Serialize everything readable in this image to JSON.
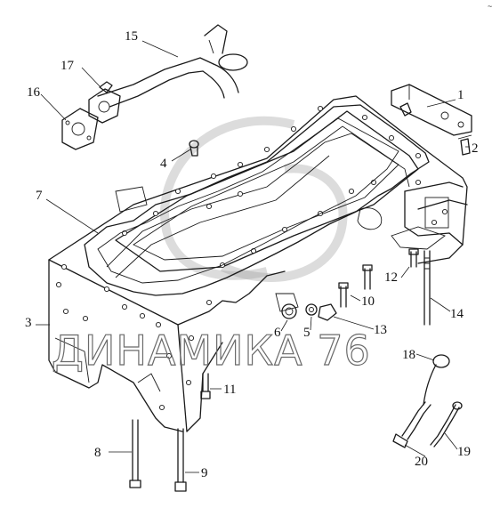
{
  "diagram": {
    "callouts": [
      {
        "id": "c1",
        "label": "1"
      },
      {
        "id": "c2",
        "label": "2"
      },
      {
        "id": "c3",
        "label": "3"
      },
      {
        "id": "c4",
        "label": "4"
      },
      {
        "id": "c5",
        "label": "5"
      },
      {
        "id": "c6",
        "label": "6"
      },
      {
        "id": "c7",
        "label": "7"
      },
      {
        "id": "c8",
        "label": "8"
      },
      {
        "id": "c9",
        "label": "9"
      },
      {
        "id": "c10",
        "label": "10"
      },
      {
        "id": "c11",
        "label": "11"
      },
      {
        "id": "c12",
        "label": "12"
      },
      {
        "id": "c13",
        "label": "13"
      },
      {
        "id": "c14",
        "label": "14"
      },
      {
        "id": "c15",
        "label": "15"
      },
      {
        "id": "c16",
        "label": "16"
      },
      {
        "id": "c17",
        "label": "17"
      },
      {
        "id": "c18",
        "label": "18"
      },
      {
        "id": "c19",
        "label": "19"
      },
      {
        "id": "c20",
        "label": "20"
      }
    ],
    "corner_mark": "~"
  },
  "watermark": {
    "text": "ДИНАМИКА 76"
  }
}
